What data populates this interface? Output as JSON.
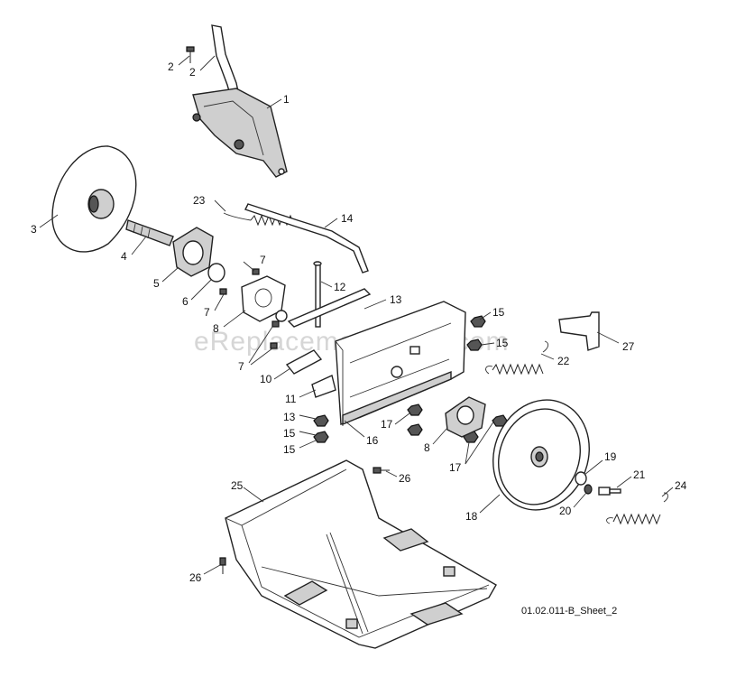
{
  "watermark": "eReplacementParts.com",
  "sheet_ref": "01.02.011-B_Sheet_2",
  "callouts": [
    {
      "id": "c2a",
      "text": "2"
    },
    {
      "id": "c2b",
      "text": "2"
    },
    {
      "id": "c1",
      "text": "1"
    },
    {
      "id": "c3",
      "text": "3"
    },
    {
      "id": "c4",
      "text": "4"
    },
    {
      "id": "c5",
      "text": "5"
    },
    {
      "id": "c6",
      "text": "6"
    },
    {
      "id": "c7a",
      "text": "7"
    },
    {
      "id": "c7b",
      "text": "7"
    },
    {
      "id": "c7c",
      "text": "7"
    },
    {
      "id": "c8a",
      "text": "8"
    },
    {
      "id": "c8b",
      "text": "8"
    },
    {
      "id": "c10",
      "text": "10"
    },
    {
      "id": "c11",
      "text": "11"
    },
    {
      "id": "c12",
      "text": "12"
    },
    {
      "id": "c13a",
      "text": "13"
    },
    {
      "id": "c13b",
      "text": "13"
    },
    {
      "id": "c14",
      "text": "14"
    },
    {
      "id": "c15a",
      "text": "15"
    },
    {
      "id": "c15b",
      "text": "15"
    },
    {
      "id": "c15c",
      "text": "15"
    },
    {
      "id": "c15d",
      "text": "15"
    },
    {
      "id": "c16",
      "text": "16"
    },
    {
      "id": "c17a",
      "text": "17"
    },
    {
      "id": "c17b",
      "text": "17"
    },
    {
      "id": "c18",
      "text": "18"
    },
    {
      "id": "c19",
      "text": "19"
    },
    {
      "id": "c20",
      "text": "20"
    },
    {
      "id": "c21",
      "text": "21"
    },
    {
      "id": "c22",
      "text": "22"
    },
    {
      "id": "c23",
      "text": "23"
    },
    {
      "id": "c24",
      "text": "24"
    },
    {
      "id": "c25",
      "text": "25"
    },
    {
      "id": "c26a",
      "text": "26"
    },
    {
      "id": "c26b",
      "text": "26"
    },
    {
      "id": "c27",
      "text": "27"
    }
  ]
}
